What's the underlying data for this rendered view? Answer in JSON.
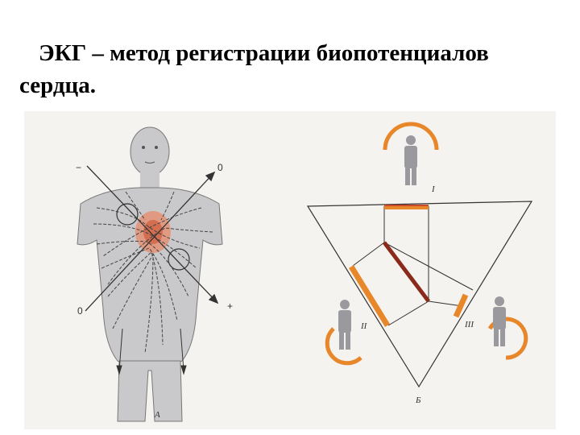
{
  "slide": {
    "title_line1": "ЭКГ – метод регистрации биопотенциалов",
    "title_line2": "сердца."
  },
  "figure_left": {
    "label_A": "А",
    "pole_top_left": "−",
    "pole_top_right": "0",
    "pole_bottom_left": "0",
    "pole_bottom_right": "+"
  },
  "figure_right": {
    "lead_I": "I",
    "lead_II": "II",
    "lead_III": "III",
    "label_B": "Б"
  },
  "colors": {
    "skin": "#c9c9cc",
    "paper": "#f3f2ee",
    "orange": "#e8862a",
    "red": "#c94a2a",
    "lines": "#444444"
  }
}
